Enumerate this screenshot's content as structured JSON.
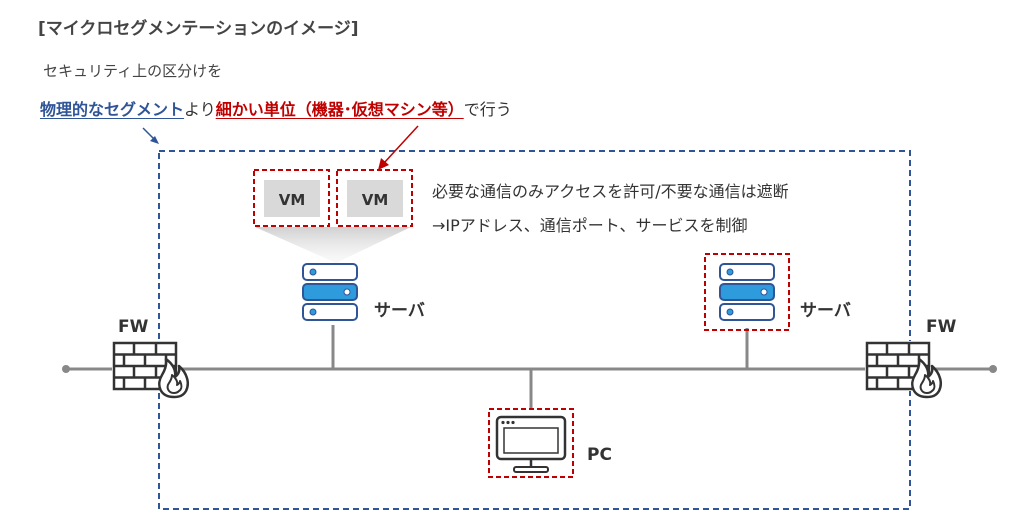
{
  "heading": "[マイクロセグメンテーションのイメージ]",
  "subtitle": "セキュリティ上の区分けを",
  "description": {
    "part1": "物理的なセグメント",
    "part2": "より",
    "part3": "細かい単位（機器･仮想マシン等）",
    "part4": "で行う"
  },
  "vm_labels": [
    "VM",
    "VM"
  ],
  "notes": {
    "line1": "必要な通信のみアクセスを許可/不要な通信は遮断",
    "line2": "→IPアドレス、通信ポート、サービスを制御"
  },
  "labels": {
    "server_left": "サーバ",
    "server_right": "サーバ",
    "fw_left": "FW",
    "fw_right": "FW",
    "pc": "PC"
  },
  "colors": {
    "blue_accent": "#2f5597",
    "red_accent": "#c00000",
    "server_blue": "#2e9bdc",
    "network_line": "#888888"
  },
  "icons": [
    "server-icon",
    "firewall-icon",
    "flame-icon",
    "monitor-icon"
  ]
}
